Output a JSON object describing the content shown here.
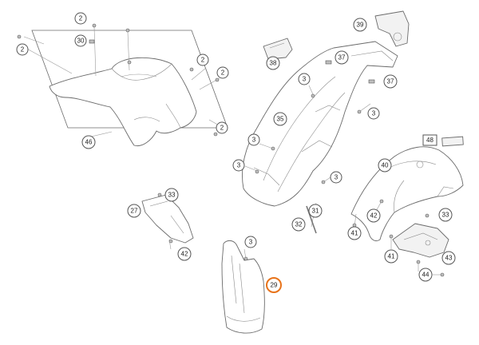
{
  "diagram": {
    "highlight_color": "#e8731a",
    "callouts": [
      {
        "label": "2"
      },
      {
        "label": "30"
      },
      {
        "label": "2"
      },
      {
        "label": "2"
      },
      {
        "label": "2"
      },
      {
        "label": "2"
      },
      {
        "label": "46"
      },
      {
        "label": "39"
      },
      {
        "label": "38"
      },
      {
        "label": "37"
      },
      {
        "label": "37"
      },
      {
        "label": "3"
      },
      {
        "label": "35"
      },
      {
        "label": "3"
      },
      {
        "label": "3"
      },
      {
        "label": "3"
      },
      {
        "label": "3"
      },
      {
        "label": "40"
      },
      {
        "label": "33"
      },
      {
        "label": "27"
      },
      {
        "label": "31"
      },
      {
        "label": "32"
      },
      {
        "label": "42"
      },
      {
        "label": "33"
      },
      {
        "label": "41"
      },
      {
        "label": "3"
      },
      {
        "label": "42"
      },
      {
        "label": "41"
      },
      {
        "label": "43"
      },
      {
        "label": "44"
      },
      {
        "label": "29"
      }
    ],
    "square_callouts": [
      {
        "label": "48"
      }
    ]
  }
}
